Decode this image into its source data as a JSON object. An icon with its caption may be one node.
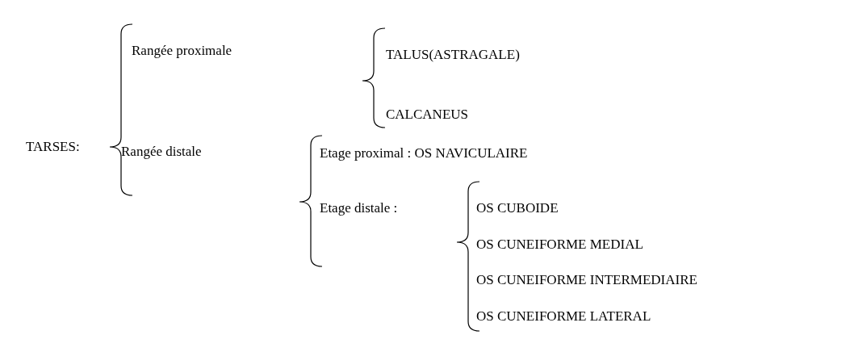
{
  "diagram": {
    "labels": [
      "TARSES:",
      "Rangée proximale",
      "TALUS(ASTRAGALE)",
      "CALCANEUS",
      "Rangée distale",
      "Etage proximal : OS NAVICULAIRE",
      "Etage distale :",
      "OS CUBOIDE",
      "OS CUNEIFORME MEDIAL",
      "OS CUNEIFORME INTERMEDIAIRE",
      "OS CUNEIFORME LATERAL"
    ]
  }
}
